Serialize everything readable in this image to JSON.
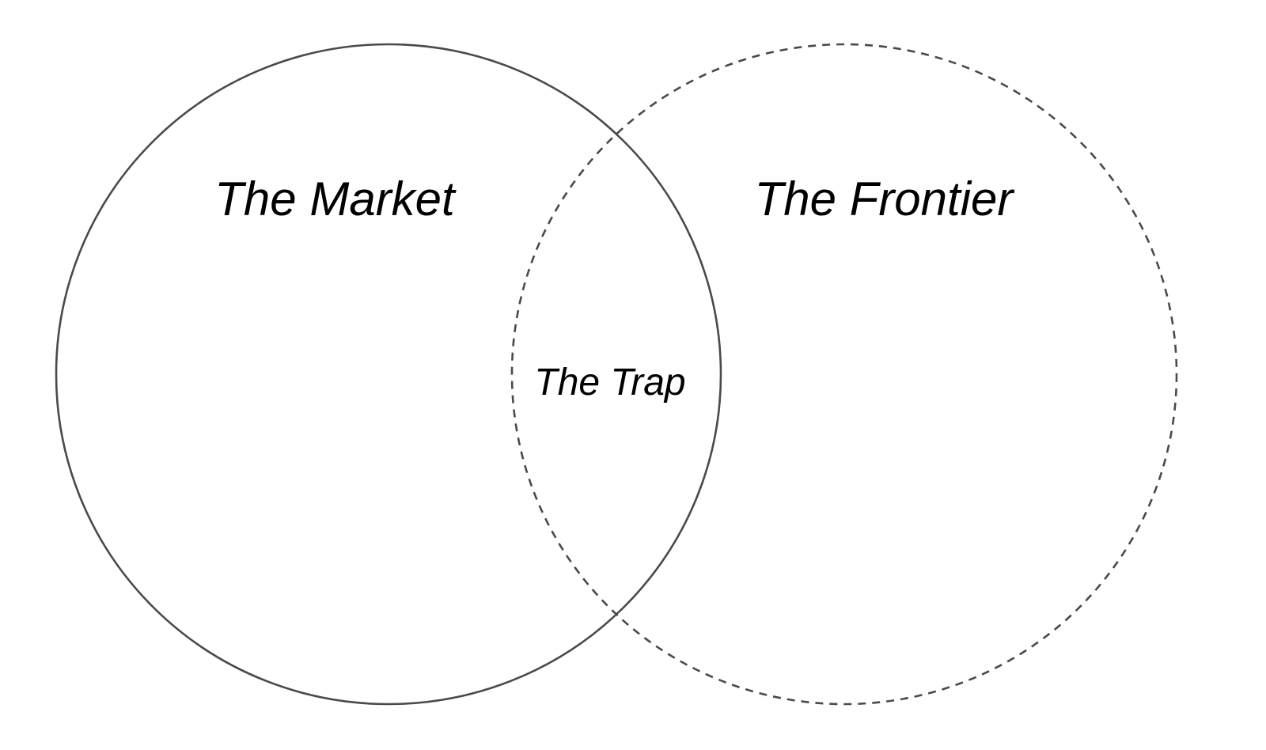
{
  "diagram": {
    "type": "venn",
    "sets": [
      {
        "id": "market",
        "label": "The Market",
        "border": "solid"
      },
      {
        "id": "frontier",
        "label": "The Frontier",
        "border": "dashed"
      }
    ],
    "intersection": {
      "label": "The Trap"
    },
    "stroke_color": "#4a4a4a"
  }
}
